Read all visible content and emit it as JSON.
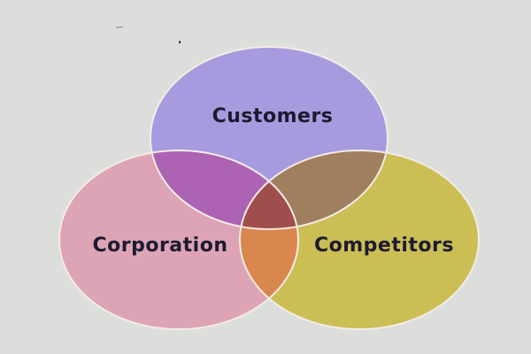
{
  "diagram": {
    "type": "venn",
    "background_color": "#dcdedb",
    "outline_color": "#f3ece6",
    "label_color": "#1d1b30",
    "sets": [
      {
        "id": "customers",
        "label": "Customers",
        "color": "#a89ade"
      },
      {
        "id": "corporation",
        "label": "Corporation",
        "color": "#dda4b5"
      },
      {
        "id": "competitors",
        "label": "Competitors",
        "color": "#cbbe55"
      }
    ],
    "overlaps": {
      "customers_corporation": {
        "color": "#ac63b4"
      },
      "customers_competitors": {
        "color": "#9f7f5d"
      },
      "corporation_competitors": {
        "color": "#da864f"
      },
      "center": {
        "color": "#a04e4c"
      }
    },
    "artifacts": {
      "speck_dash_color": "#9a9a96",
      "speck_dot_color": "#3a3a38"
    }
  }
}
